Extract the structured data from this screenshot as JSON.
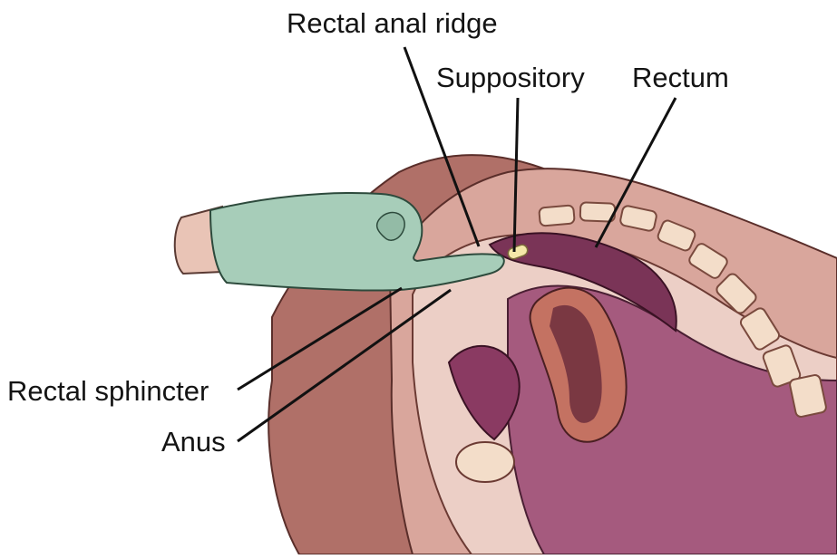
{
  "labels": {
    "rectal_anal_ridge": "Rectal anal ridge",
    "suppository": "Suppository",
    "rectum": "Rectum",
    "rectal_sphincter": "Rectal sphincter",
    "anus": "Anus"
  },
  "colors": {
    "skin_outer": "#b07068",
    "skin_mid": "#d9a69c",
    "tissue_light": "#eccfc6",
    "cavity_dark": "#7a3457",
    "cavity_light": "#a55a7e",
    "glove": "#a7cdb9",
    "glove_outline": "#2d4a3c",
    "vertebra": "#f3ddc9",
    "suppository": "#f4e7a8",
    "leader_line": "#111111"
  }
}
